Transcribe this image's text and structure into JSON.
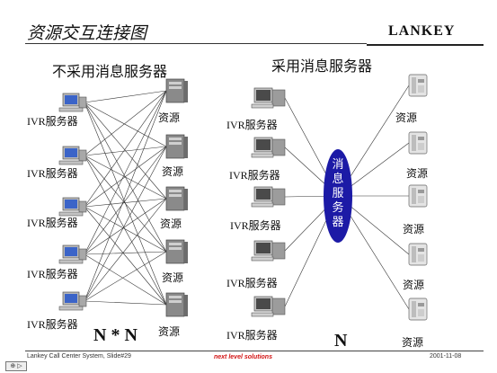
{
  "header": {
    "title": "资源交互连接图",
    "brand": "LANKEY"
  },
  "left": {
    "title": "不采用消息服务器",
    "client_label": "IVR服务器",
    "resource_label": "资源",
    "relation": "N * N"
  },
  "right": {
    "title": "采用消息服务器",
    "client_label": "IVR服务器",
    "resource_label": "资源",
    "hub_label": "消息服务器",
    "relation": "N"
  },
  "footer": {
    "left": "Lankey Call Center System, Slide#29",
    "center": "next level solutions",
    "right": "2001-11-08"
  },
  "nav": {
    "button_label": "⊕ ▷"
  },
  "colors": {
    "hub": "#1c1aa6",
    "footer_center": "#d21414",
    "server": "#8a8a8a",
    "monitor_screen": "#3b64c8"
  },
  "icons": {
    "client": "computer-icon",
    "resource_left": "server-tower-icon",
    "resource_right": "telephone-icon"
  }
}
